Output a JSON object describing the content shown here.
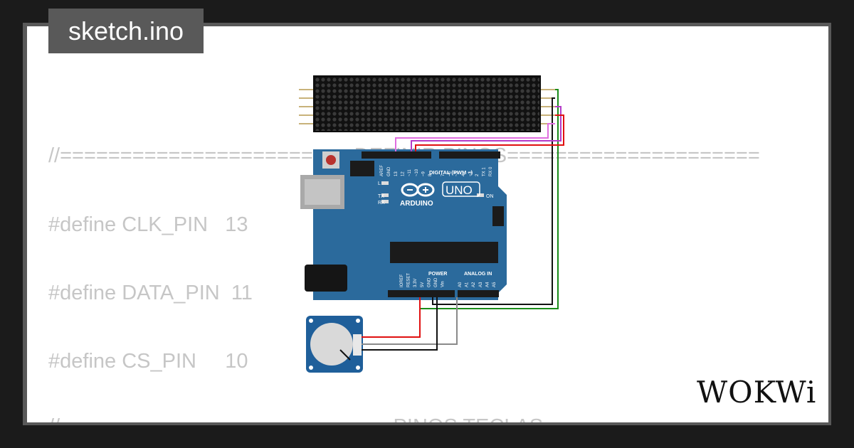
{
  "title": "sketch.ino",
  "code_lines": [
    "//=======================   DEFINIR PINOS=====================",
    "#define CLK_PIN   13",
    "#define DATA_PIN  11",
    "#define CS_PIN     10",
    "//=====================              PINOS TECLAS"
  ],
  "board": {
    "model": "UNO",
    "brand": "ARDUINO",
    "digital_label": "DIGITAL (PWM ~)",
    "power_label": "POWER",
    "analog_label": "ANALOG IN",
    "on_label": "ON",
    "l_label": "L",
    "tx_label": "TX",
    "rx_label": "RX",
    "aref_label": "AREF",
    "gnd_label": "GND",
    "digital_pins": [
      "13",
      "12",
      "~11",
      "~10",
      "~9",
      "8",
      "7",
      "~6",
      "~5",
      "4",
      "~3",
      "2",
      "TX 1",
      "RX 0"
    ],
    "power_pins": [
      "IOREF",
      "RESET",
      "3.3V",
      "5V",
      "GND",
      "GND",
      "Vin"
    ],
    "analog_pins": [
      "A0",
      "A1",
      "A2",
      "A3",
      "A4",
      "A5"
    ]
  },
  "logo_text": "WOKWi",
  "colors": {
    "board": "#2b6a9c",
    "wire_red": "#e01010",
    "wire_green": "#1a8c1a",
    "wire_magenta": "#b43cc8",
    "wire_pink": "#e06ee0",
    "wire_black": "#111111",
    "wire_gray": "#8a8a8a"
  }
}
